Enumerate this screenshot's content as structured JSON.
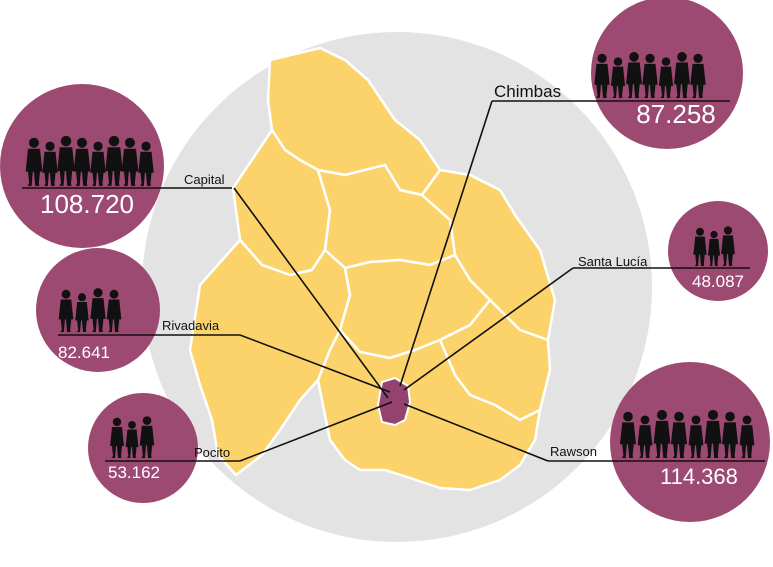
{
  "colors": {
    "background_disc": "#e3e3e3",
    "region_fill": "#fbd36a",
    "region_border": "#ffffff",
    "center_region": "#93436e",
    "bubble": "#9d4a72",
    "leader_line": "#111111",
    "silhouette": "#111111",
    "number_text": "#ffffff"
  },
  "icons": {
    "people": "people-silhouettes-icon"
  },
  "departments": [
    {
      "id": "capital",
      "name": "Capital",
      "population": "108.720",
      "people_count": 8
    },
    {
      "id": "chimbas",
      "name": "Chimbas",
      "population": "87.258",
      "people_count": 7
    },
    {
      "id": "santa-lucia",
      "name": "Santa Lucía",
      "population": "48.087",
      "people_count": 3
    },
    {
      "id": "rivadavia",
      "name": "Rivadavia",
      "population": "82.641",
      "people_count": 4
    },
    {
      "id": "pocito",
      "name": "Pocito",
      "population": "53.162",
      "people_count": 3
    },
    {
      "id": "rawson",
      "name": "Rawson",
      "population": "114.368",
      "people_count": 8
    }
  ]
}
